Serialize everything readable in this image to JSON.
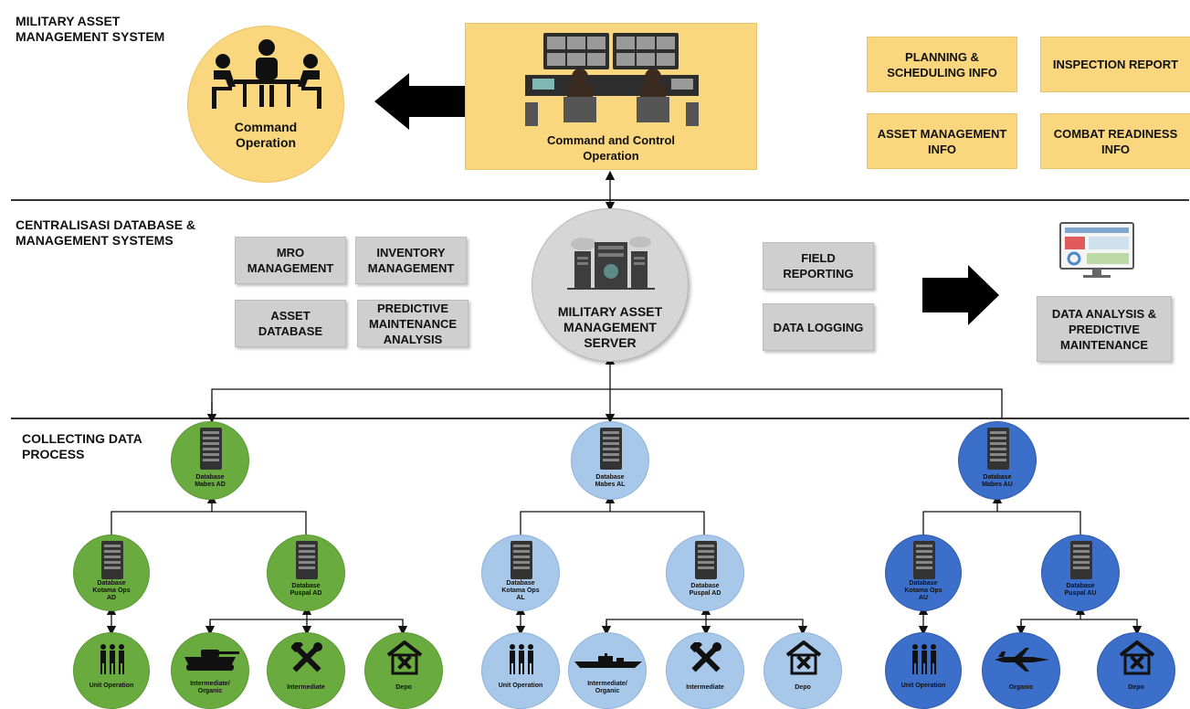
{
  "sections": {
    "top": "MILITARY ASSET\nMANAGEMENT SYSTEM",
    "middle": "CENTRALISASI DATABASE &\nMANAGEMENT SYSTEMS",
    "bottom": "COLLECTING DATA\nPROCESS"
  },
  "top": {
    "command_operation": "Command\nOperation",
    "command_control": "Command and Control\nOperation",
    "info_boxes": [
      "PLANNING &\nSCHEDULING INFO",
      "INSPECTION REPORT",
      "ASSET MANAGEMENT\nINFO",
      "COMBAT READINESS\nINFO"
    ]
  },
  "middle": {
    "left_boxes": [
      "MRO\nMANAGEMENT",
      "INVENTORY\nMANAGEMENT",
      "ASSET\nDATABASE",
      "PREDICTIVE\nMAINTENANCE\nANALYSIS"
    ],
    "server": "MILITARY ASSET\nMANAGEMENT\nSERVER",
    "right_boxes": [
      "FIELD\nREPORTING",
      "DATA LOGGING"
    ],
    "analysis": "DATA ANALYSIS &\nPREDICTIVE\nMAINTENANCE"
  },
  "branches": {
    "ad": {
      "root": "Database\nMabes AD",
      "kotama": "Database\nKotama Ops\nAD",
      "puspal": "Database\nPuspal AD",
      "leaves": [
        "Unit Operation",
        "Intermediate/\nOrganic",
        "Intermediate",
        "Depo"
      ]
    },
    "al": {
      "root": "Database\nMabes AL",
      "kotama": "Database\nKotama Ops\nAL",
      "puspal": "Database\nPuspal AD",
      "leaves": [
        "Unit Operation",
        "Intermediate/\nOrganic",
        "Intermediate",
        "Depo"
      ]
    },
    "au": {
      "root": "Database\nMabes AU",
      "kotama": "Database\nKotama Ops\nAU",
      "puspal": "Database\nPuspal AU",
      "leaves": [
        "Unit Operation",
        "Organic",
        "Depo"
      ]
    }
  },
  "colors": {
    "orange": "#fad77f",
    "grey": "#cfcfcf",
    "green": "#6aab3f",
    "light_blue": "#a8c8ea",
    "dark_blue": "#3c6fc9"
  },
  "icons": [
    "meeting-icon",
    "control-room-icon",
    "server-rack-icon",
    "dashboard-monitor-icon",
    "soldiers-icon",
    "tank-icon",
    "warship-icon",
    "jet-icon",
    "tools-icon",
    "depot-house-icon"
  ]
}
